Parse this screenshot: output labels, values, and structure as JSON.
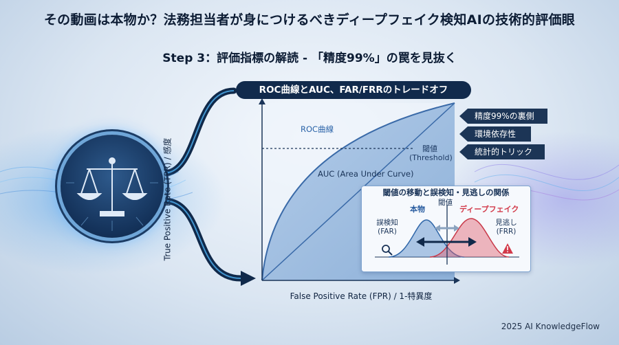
{
  "header": {
    "title": "その動画は本物か？法務担当者が身につけるべきディープフェイク検知AIの技術的評価眼",
    "step": "Step 3：評価指標の解読 - 「精度99%」の罠を見抜く"
  },
  "banner": {
    "label": "ROC曲線とAUC、FAR/FRRのトレードオフ"
  },
  "tags": [
    "精度99%の裏側",
    "環境依存性",
    "統計的トリック"
  ],
  "chart": {
    "y_axis_label": "True Positive Rate (TPR) / 感度",
    "x_axis_label": "False Positive Rate (FPR) / 1-特異度",
    "roc_label": "ROC曲線",
    "threshold_label_line1": "閾値",
    "threshold_label_line2": "(Threshold)",
    "auc_label": "AUC (Area Under Curve)"
  },
  "inset": {
    "title": "閾値の移動と誤検知・見逃しの関係",
    "genuine_label": "本物",
    "fake_label": "ディープフェイク",
    "threshold_label": "閾値",
    "far_line1": "誤検知",
    "far_line2": "(FAR)",
    "frr_line1": "見逃し",
    "frr_line2": "(FRR)"
  },
  "icons": {
    "emblem": "scales-of-justice-icon",
    "far_icon": "magnifier-icon",
    "frr_icon": "warning-triangle-icon"
  },
  "colors": {
    "genuine": "#4f86c6",
    "fake": "#e0606e",
    "dark": "#112a4c"
  },
  "footer": {
    "credit": "2025 AI KnowledgeFlow"
  }
}
